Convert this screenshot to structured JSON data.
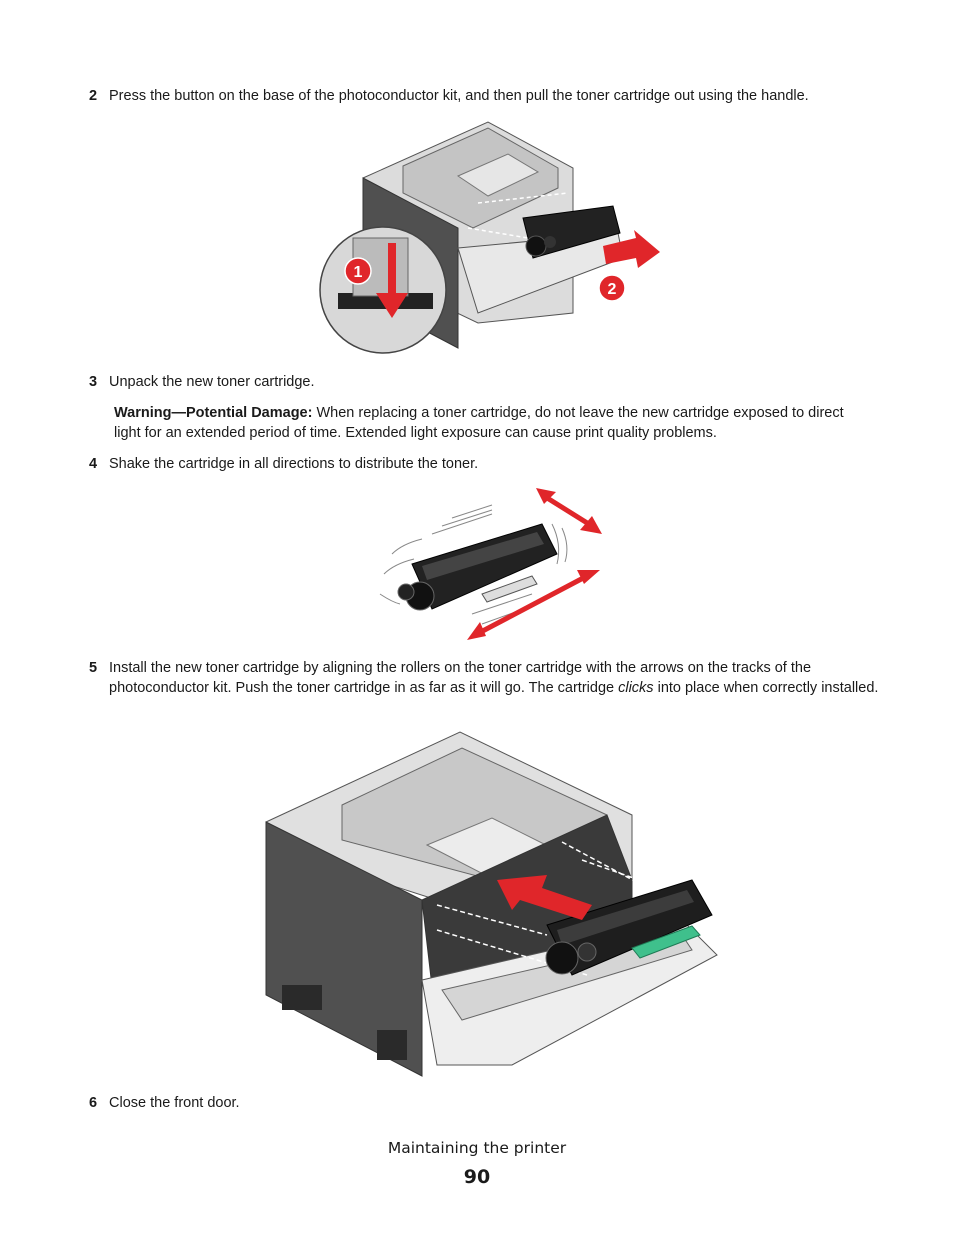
{
  "steps": [
    {
      "num": "2",
      "text": "Press the button on the base of the photoconductor kit, and then pull the toner cartridge out using the handle."
    },
    {
      "num": "3",
      "text": "Unpack the new toner cartridge."
    },
    {
      "num": "4",
      "text": "Shake the cartridge in all directions to distribute the toner."
    },
    {
      "num": "5",
      "text_before": "Install the new toner cartridge by aligning the rollers on the toner cartridge with the arrows on the tracks of the photoconductor kit. Push the toner cartridge in as far as it will go. The cartridge ",
      "text_italic": "clicks",
      "text_after": " into place when correctly installed."
    },
    {
      "num": "6",
      "text": "Close the front door."
    }
  ],
  "warning": {
    "label": "Warning—Potential Damage:",
    "text": " When replacing a toner cartridge, do not leave the new cartridge exposed to direct light for an extended period of time. Extended light exposure can cause print quality problems."
  },
  "figure1": {
    "callout1": "1",
    "callout2": "2"
  },
  "footer": {
    "section": "Maintaining the printer",
    "page": "90"
  },
  "colors": {
    "arrow": "#e0262a",
    "printer_dark": "#4a4a4a",
    "printer_light": "#e8e8e8",
    "handle": "#3fc08c"
  }
}
